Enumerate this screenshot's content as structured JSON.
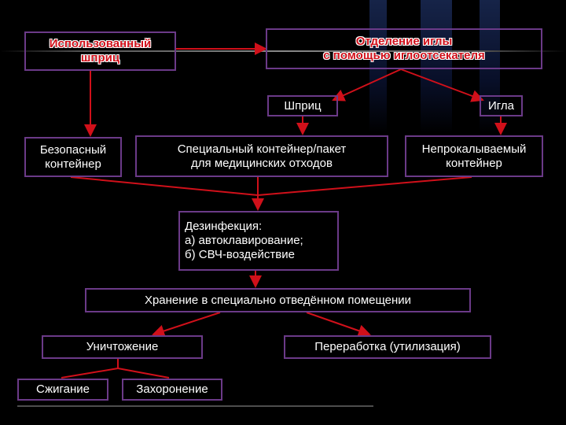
{
  "nodes": {
    "used_syringe": "Использованный\nшприц",
    "needle_separation": "Отделение иглы\nс помощью иглоотсекателя",
    "syringe": "Шприц",
    "needle": "Игла",
    "safe_container": "Безопасный\nконтейнер",
    "special_container": "Специальный контейнер/пакет\nдля медицинских отходов",
    "puncture_proof": "Непрокалываемый\nконтейнер",
    "disinfection": "Дезинфекция:\nа) автоклавирование;\nб) СВЧ-воздействие",
    "storage": "Хранение в специально отведённом помещении",
    "destruction": "Уничтожение",
    "processing": "Переработка (утилизация)",
    "incineration": "Сжигание",
    "burial": "Захоронение"
  },
  "colors": {
    "border": "#6b3a88",
    "arrow": "#d0101a",
    "text": "#ffffff",
    "title_red": "#d0101a",
    "background": "#000000"
  }
}
